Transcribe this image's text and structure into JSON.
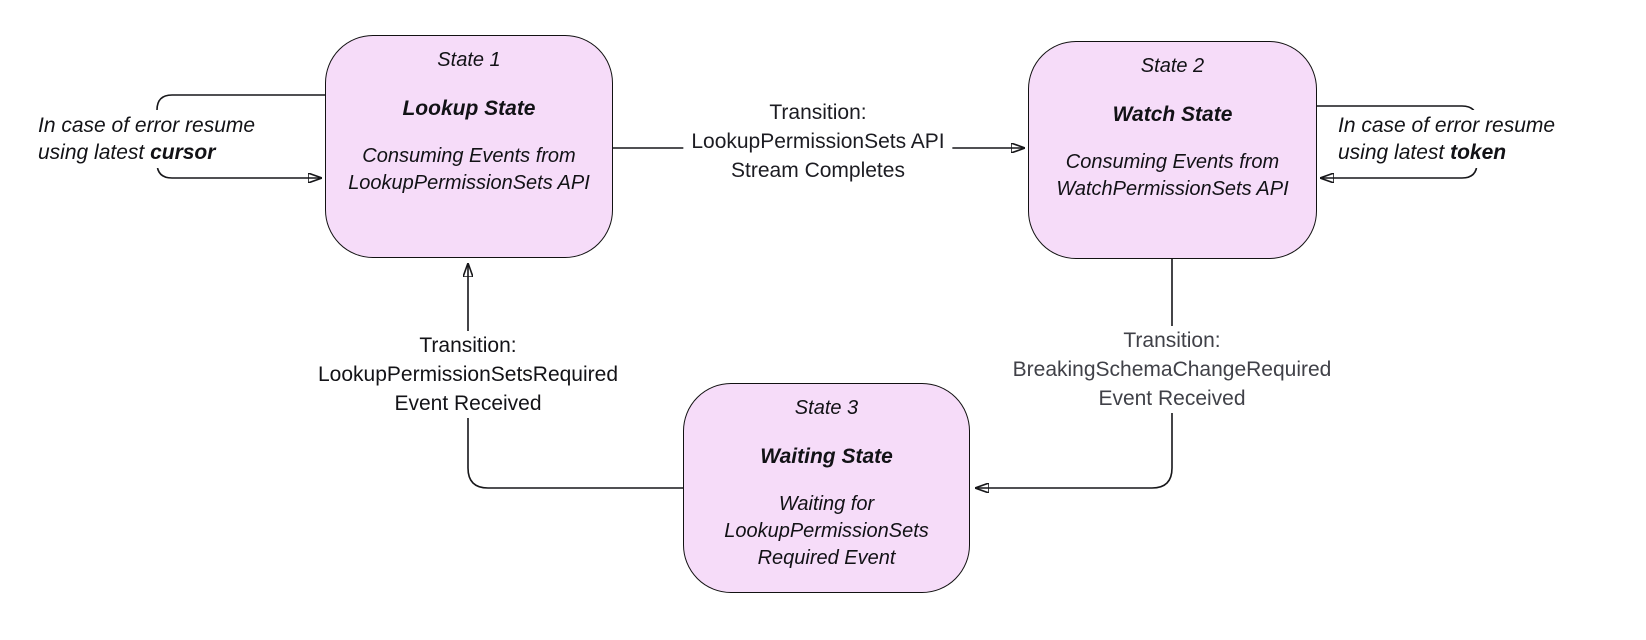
{
  "diagram": {
    "states": [
      {
        "title": "State 1",
        "name": "Lookup State",
        "description": "Consuming Events from LookupPermissionSets API"
      },
      {
        "title": "State 2",
        "name": "Watch State",
        "description": "Consuming Events from WatchPermissionSets API"
      },
      {
        "title": "State 3",
        "name": "Waiting State",
        "description": "Waiting for LookupPermissionSets Required Event"
      }
    ],
    "transitions": [
      {
        "lines": [
          "Transition:",
          "LookupPermissionSets API",
          "Stream Completes"
        ]
      },
      {
        "lines": [
          "Transition:",
          "BreakingSchemaChangeRequired",
          "Event Received"
        ]
      },
      {
        "lines": [
          "Transition:",
          "LookupPermissionSetsRequired",
          "Event Received"
        ]
      }
    ],
    "loops": [
      {
        "line1": "In case of error resume",
        "line2": "using latest ",
        "bold": "cursor"
      },
      {
        "line1": "In case of error resume",
        "line2": "using latest ",
        "bold": "token"
      }
    ],
    "colors": {
      "node_fill": "#f6dcf9",
      "node_border": "#121212",
      "connector": "#17171a",
      "label_dark": "#1c1c22",
      "label_gray": "#404148"
    }
  }
}
